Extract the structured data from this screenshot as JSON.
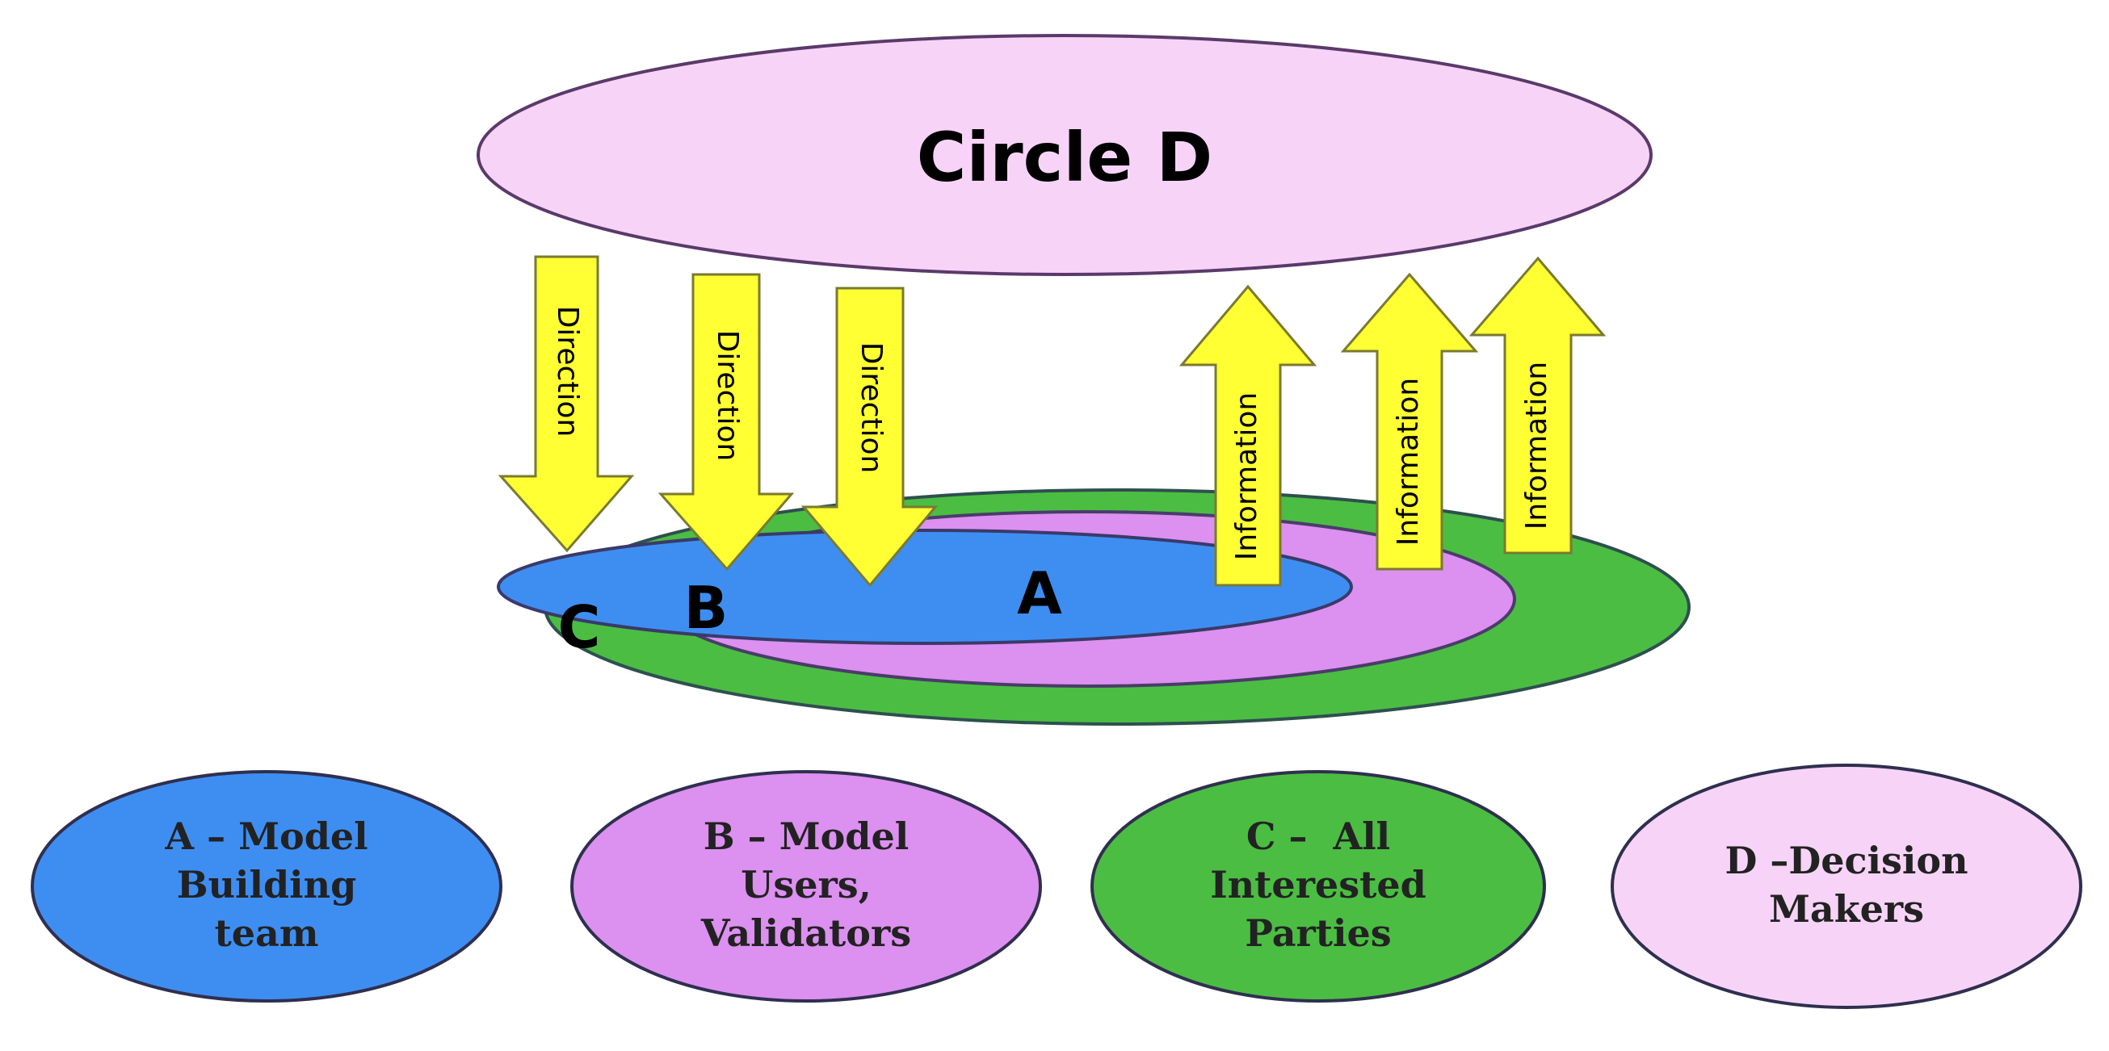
{
  "circle_d": {
    "title": "Circle D"
  },
  "rings": {
    "a_label": "A",
    "b_label": "B",
    "c_label": "C"
  },
  "arrows": {
    "direction": [
      "Direction",
      "Direction",
      "Direction"
    ],
    "information": [
      "Information",
      "Information",
      "Information"
    ]
  },
  "legend": [
    {
      "lines": [
        "A – Model",
        "Building",
        "team"
      ]
    },
    {
      "lines": [
        "B – Model",
        "Users,",
        "Validators"
      ]
    },
    {
      "lines": [
        "C –  All",
        "Interested",
        "Parties"
      ]
    },
    {
      "lines": [
        "D –Decision",
        "Makers"
      ]
    }
  ],
  "colors": {
    "circle_d_fill": "#f7d4f7",
    "ring_c_fill": "#4bbd43",
    "ring_b_fill": "#dc90f0",
    "ring_a_fill": "#3e8ef2",
    "arrow_fill": "#ffff33",
    "outline": "#4a3c6a"
  }
}
